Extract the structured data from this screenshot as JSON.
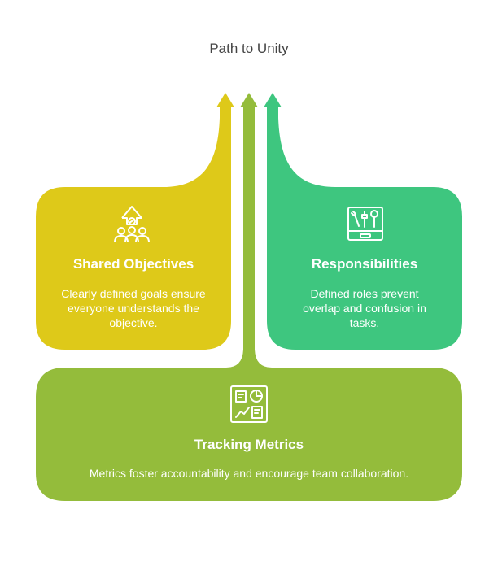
{
  "title": "Path to Unity",
  "colors": {
    "yellow": "#DEC919",
    "green": "#94BC3B",
    "teal": "#3EC67F"
  },
  "cards": {
    "shared": {
      "title": "Shared Objectives",
      "description": "Clearly defined goals ensure everyone understands the objective.",
      "icon": "team-growth-icon"
    },
    "responsibilities": {
      "title": "Responsibilities",
      "description": "Defined roles prevent overlap and confusion in tasks.",
      "icon": "toolbox-icon"
    },
    "metrics": {
      "title": "Tracking Metrics",
      "description": "Metrics foster accountability and encourage team collaboration.",
      "icon": "dashboard-icon"
    }
  }
}
